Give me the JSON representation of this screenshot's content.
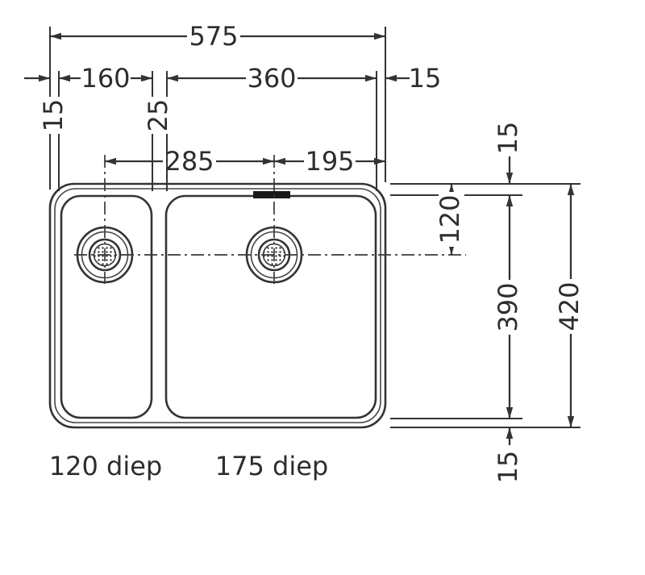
{
  "dims": {
    "total_width": "575",
    "left_bowl_width": "160",
    "right_bowl_width": "360",
    "rim_right": "15",
    "rim_left": "15",
    "divider_width": "25",
    "drain_spacing": "285",
    "drain_to_edge": "195",
    "rim_top": "15",
    "top_to_drain_center": "120",
    "bowl_height": "390",
    "total_height": "420",
    "rim_bottom": "15"
  },
  "labels": {
    "left_bowl_depth": "120 diep",
    "right_bowl_depth": "175 diep"
  }
}
